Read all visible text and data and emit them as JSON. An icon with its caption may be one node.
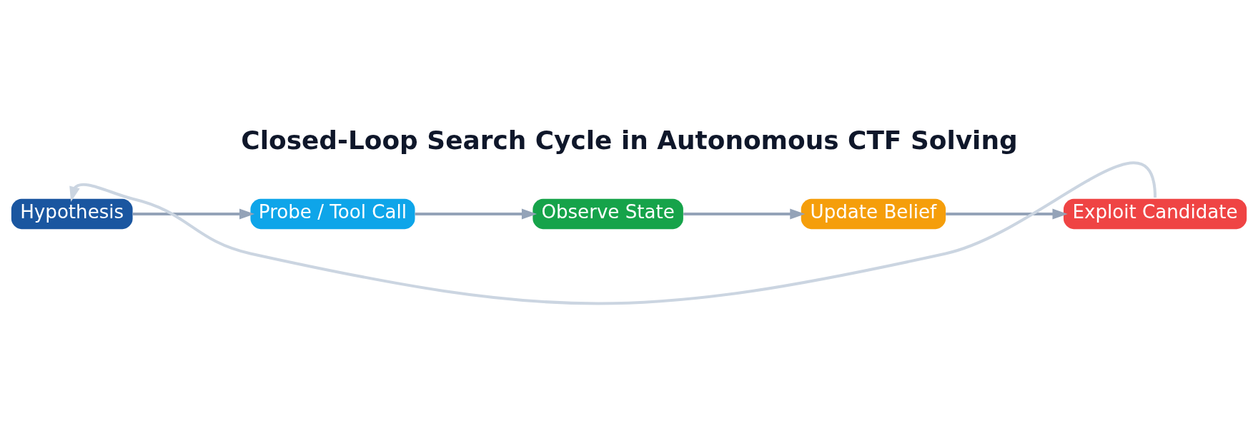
{
  "diagram": {
    "title": "Closed-Loop Search Cycle in Autonomous CTF Solving",
    "nodes": [
      {
        "text": [
          "Hypothesis"
        ]
      },
      {
        "text": [
          "Probe / Tool Call"
        ]
      },
      {
        "text": [
          "Observe State"
        ]
      },
      {
        "text": [
          "Update Belief"
        ]
      },
      {
        "text": [
          "Exploit Candidate"
        ]
      }
    ],
    "edges": [
      {
        "from": 0,
        "to": 1,
        "arrow": "to"
      },
      {
        "from": 1,
        "to": 2,
        "arrow": "to"
      },
      {
        "from": 2,
        "to": 3,
        "arrow": "to"
      },
      {
        "from": 3,
        "to": 4,
        "arrow": "to"
      },
      {
        "from": 4,
        "to": 0,
        "arrow": "to",
        "color": "#cbd5e1"
      }
    ]
  }
}
